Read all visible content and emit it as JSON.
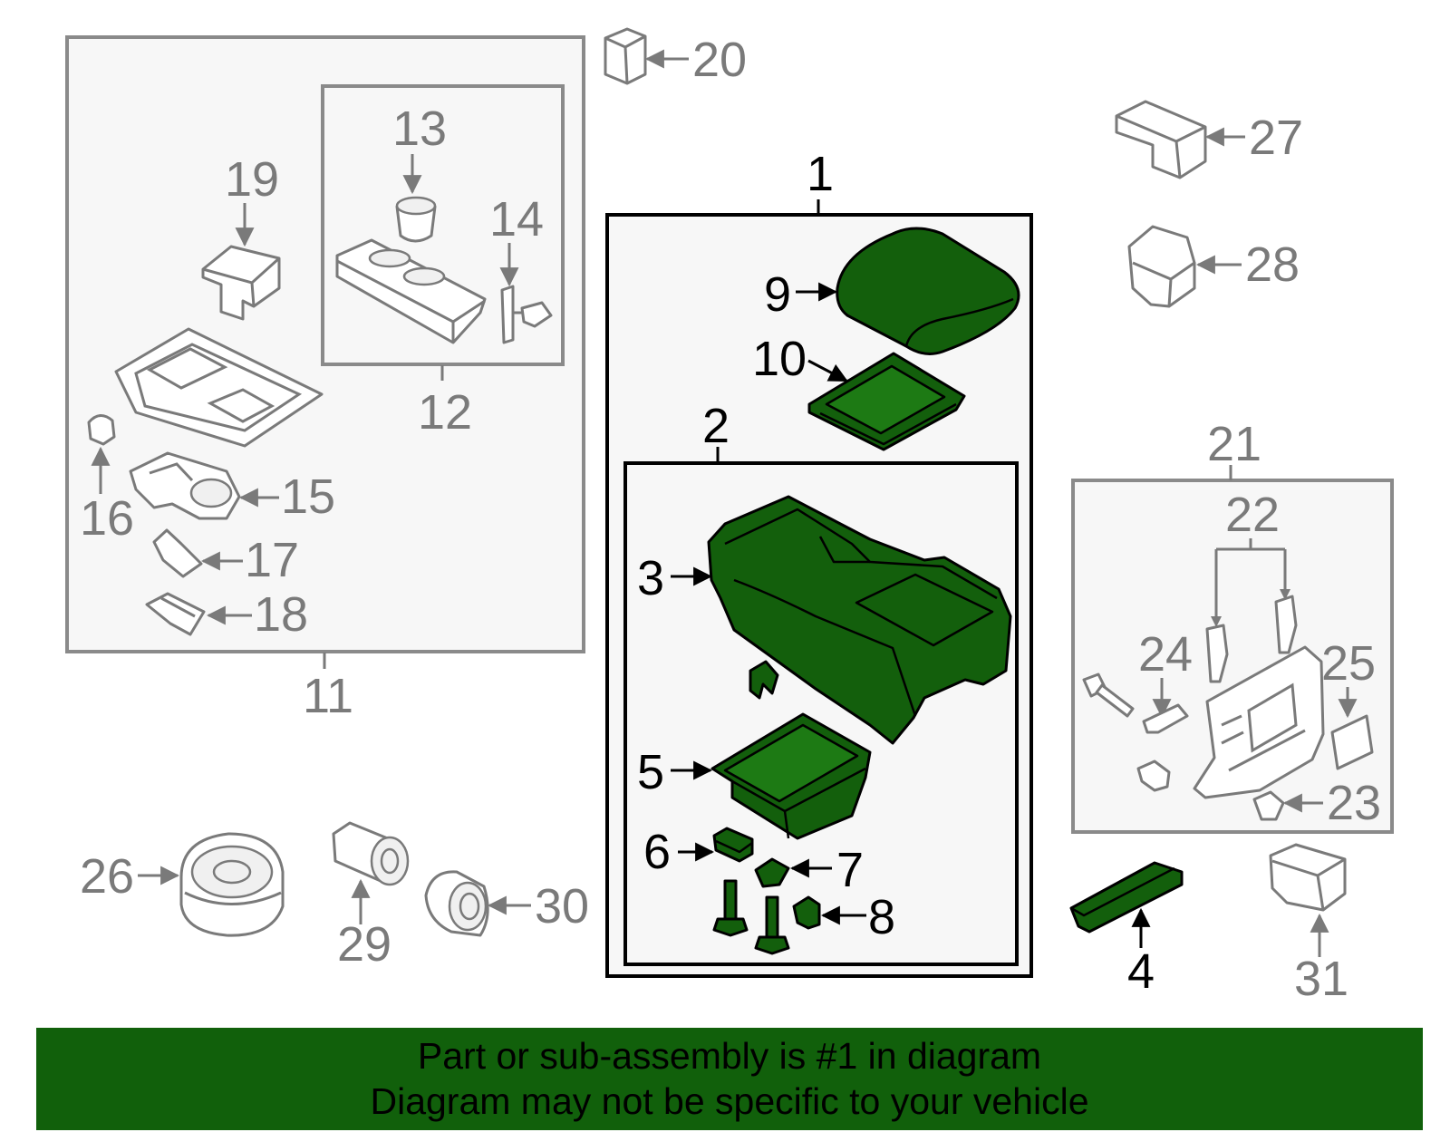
{
  "callouts": {
    "c1": "1",
    "c2": "2",
    "c3": "3",
    "c4": "4",
    "c5": "5",
    "c6": "6",
    "c7": "7",
    "c8": "8",
    "c9": "9",
    "c10": "10",
    "c11": "11",
    "c12": "12",
    "c13": "13",
    "c14": "14",
    "c15": "15",
    "c16": "16",
    "c17": "17",
    "c18": "18",
    "c19": "19",
    "c20": "20",
    "c21": "21",
    "c22": "22",
    "c23": "23",
    "c24": "24",
    "c25": "25",
    "c26": "26",
    "c27": "27",
    "c28": "28",
    "c29": "29",
    "c30": "30",
    "c31": "31"
  },
  "banner": {
    "line1": "Part or sub-assembly is #1 in diagram",
    "line2": "Diagram may not be specific to your vehicle"
  },
  "colors": {
    "highlight": "#135f0c",
    "banner_bg": "#11600b",
    "callout_gray": "#7a7a7a",
    "callout_black": "#000000"
  }
}
